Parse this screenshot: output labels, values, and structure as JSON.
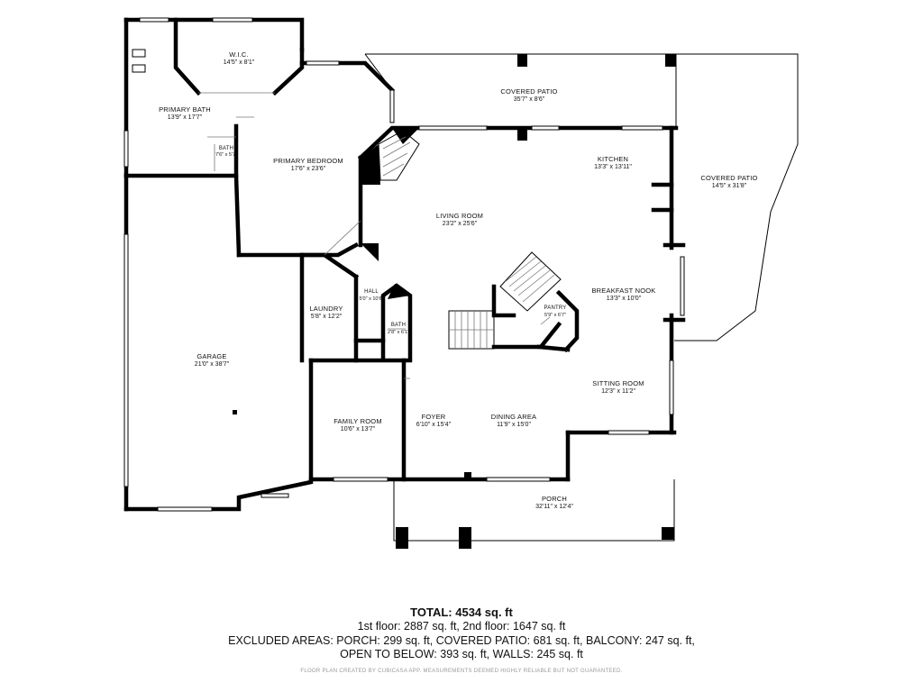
{
  "rooms": {
    "wic": {
      "name": "W.I.C.",
      "dim": "14'5\" x 8'1\""
    },
    "primary_bath": {
      "name": "PRIMARY BATH",
      "dim": "13'9\" x 17'7\""
    },
    "bath_small": {
      "name": "BATH",
      "dim": "7'6\" x 5'7\""
    },
    "primary_bedroom": {
      "name": "PRIMARY BEDROOM",
      "dim": "17'6\" x 23'6\""
    },
    "covered_patio_top": {
      "name": "COVERED PATIO",
      "dim": "35'7\" x 8'6\""
    },
    "kitchen": {
      "name": "KITCHEN",
      "dim": "13'3\" x 13'11\""
    },
    "covered_patio_right": {
      "name": "COVERED PATIO",
      "dim": "14'5\" x 31'8\""
    },
    "living_room": {
      "name": "LIVING ROOM",
      "dim": "23'2\" x 25'6\""
    },
    "hall": {
      "name": "HALL",
      "dim": "5'0\" x 10'6\""
    },
    "laundry": {
      "name": "LAUNDRY",
      "dim": "5'8\" x 12'2\""
    },
    "bath_hall": {
      "name": "BATH",
      "dim": "2'8\" x 6'1\""
    },
    "pantry": {
      "name": "PANTRY",
      "dim": "5'9\" x 6'7\""
    },
    "breakfast_nook": {
      "name": "BREAKFAST NOOK",
      "dim": "13'3\" x 10'0\""
    },
    "garage": {
      "name": "GARAGE",
      "dim": "21'0\" x 38'7\""
    },
    "sitting_room": {
      "name": "SITTING ROOM",
      "dim": "12'3\" x 11'2\""
    },
    "family_room": {
      "name": "FAMILY ROOM",
      "dim": "10'6\" x 13'7\""
    },
    "foyer": {
      "name": "FOYER",
      "dim": "6'10\" x 15'4\""
    },
    "dining_area": {
      "name": "DINING AREA",
      "dim": "11'9\" x 15'0\""
    },
    "porch": {
      "name": "PORCH",
      "dim": "32'11\" x 12'4\""
    }
  },
  "summary": {
    "total": "TOTAL: 4534 sq. ft",
    "line1": "1st floor: 2887 sq. ft, 2nd floor: 1647 sq. ft",
    "line2": "EXCLUDED AREAS: PORCH: 299 sq. ft, COVERED PATIO: 681 sq. ft, BALCONY: 247 sq. ft,",
    "line3": "OPEN TO BELOW: 393 sq. ft, WALLS: 245 sq. ft",
    "note": "FLOOR PLAN CREATED BY CUBICASA APP. MEASUREMENTS DEEMED HIGHLY RELIABLE BUT NOT GUARANTEED."
  }
}
